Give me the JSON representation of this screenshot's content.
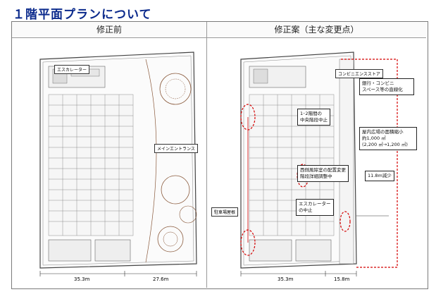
{
  "title": "１階平面プランについて",
  "panels": {
    "before": {
      "header": "修正前"
    },
    "after": {
      "header": "修正案（主な変更点）"
    }
  },
  "labels": {
    "escalator": "エスカレーター",
    "main_entrance": "メインエントランス",
    "parking": "駐車場屋根",
    "concourse": "コンビニエンスストア"
  },
  "notes": {
    "bank": "銀行・コンビニ\nスペース等の直線化",
    "central_stairs": "1･2階間の\n中央階段中止",
    "plaza": "屋内広場の面積縮小\n約1,000 ㎡\n(2,200 ㎡→1,200 ㎡)",
    "west_stairs": "西側風除室の配置変更\n階段詳細調整中",
    "escalator_stop": "エスカレーター\nの中止",
    "reduction": "11.8m減少"
  },
  "dimensions": {
    "before": [
      "35.3m",
      "27.6m"
    ],
    "after": [
      "35.3m",
      "15.8m"
    ]
  },
  "colors": {
    "title": "#0b2a8c",
    "arrow": "#e8231e",
    "change": "#d40000",
    "plan_line": "#555555"
  }
}
